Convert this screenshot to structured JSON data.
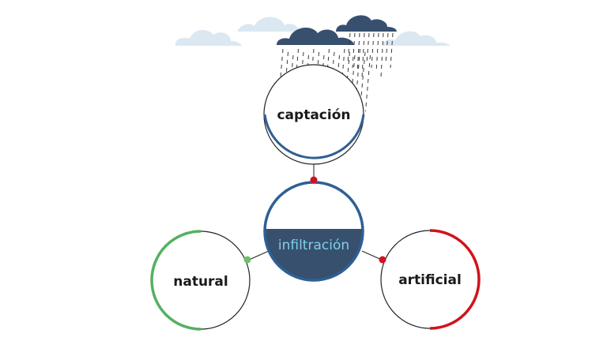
{
  "diagram": {
    "nodes": {
      "captacion": {
        "label": "captación",
        "arc_color": "#2e5f94"
      },
      "infiltracion": {
        "label": "infiltración",
        "ring_color": "#2e5f94",
        "water_color": "#37506e",
        "label_color": "#7ed0ea"
      },
      "natural": {
        "label": "natural",
        "arc_color": "#55b060",
        "connector_color": "#6fbf6a"
      },
      "artificial": {
        "label": "artificial",
        "arc_color": "#d0131c",
        "connector_color": "#d0131c"
      }
    },
    "connector_top_color": "#d0131c",
    "icons": [
      "cloud-icon",
      "storm-cloud-icon",
      "rain-icon"
    ],
    "colors": {
      "cloud_light": "#dbe8f2",
      "cloud_dark": "#37506e",
      "line": "#222222"
    }
  }
}
